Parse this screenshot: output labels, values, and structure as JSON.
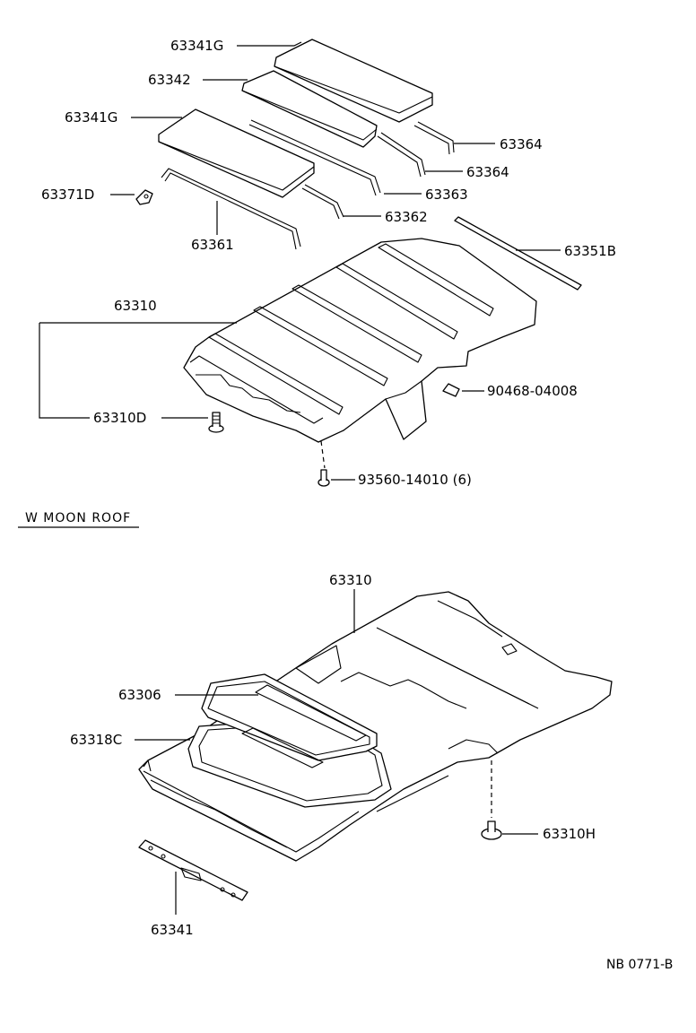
{
  "labels": {
    "p63341G_top": "63341G",
    "p63342": "63342",
    "p63341G_mid": "63341G",
    "p63371D": "63371D",
    "p63361": "63361",
    "p63364_a": "63364",
    "p63364_b": "63364",
    "p63363": "63363",
    "p63362": "63362",
    "p63351B": "63351B",
    "p63310": "63310",
    "p63310D": "63310D",
    "p90468": "90468-04008",
    "p93560": "93560-14010 (6)",
    "p63310_moon": "63310",
    "p63306": "63306",
    "p63318C": "63318C",
    "p63310H": "63310H",
    "p63341": "63341"
  },
  "section_title": "W MOON ROOF",
  "diagram_code": "NB 0771-B"
}
